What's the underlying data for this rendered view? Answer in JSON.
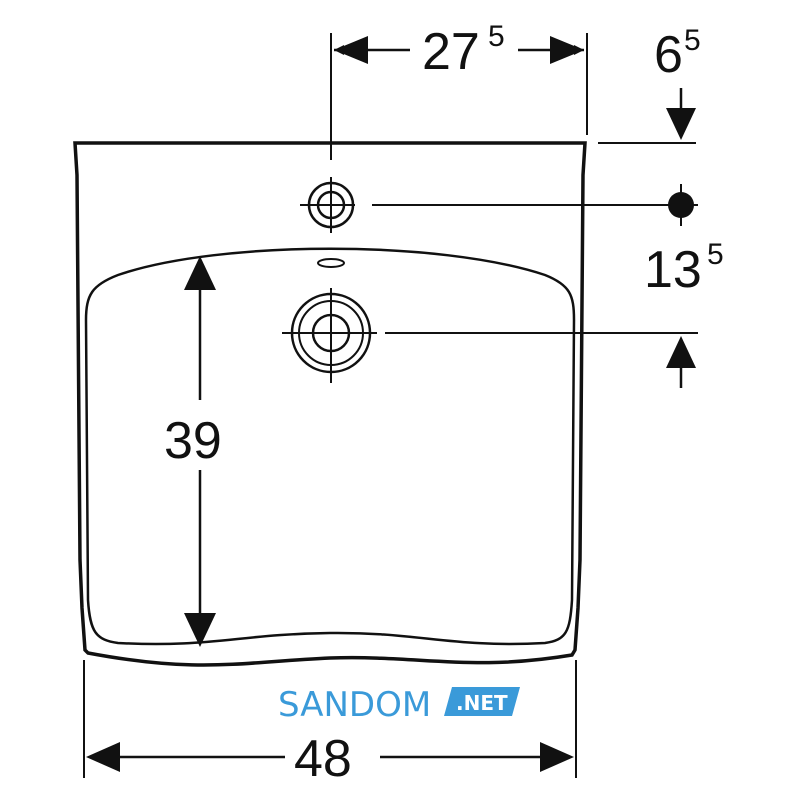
{
  "dimensions": {
    "top_width": {
      "main": "27",
      "sup": "5"
    },
    "right_top": {
      "main": "6",
      "sup": "5"
    },
    "right_mid": {
      "main": "13",
      "sup": "5"
    },
    "bowl_depth": "39",
    "overall_width": "48"
  },
  "watermark": {
    "name": "SANDOM",
    "badge": ".NET",
    "name_color": "#3a9ad9",
    "badge_color": "#3a9ad9",
    "badge_text_color": "#ffffff"
  },
  "colors": {
    "line": "#111111",
    "background": "#ffffff"
  }
}
